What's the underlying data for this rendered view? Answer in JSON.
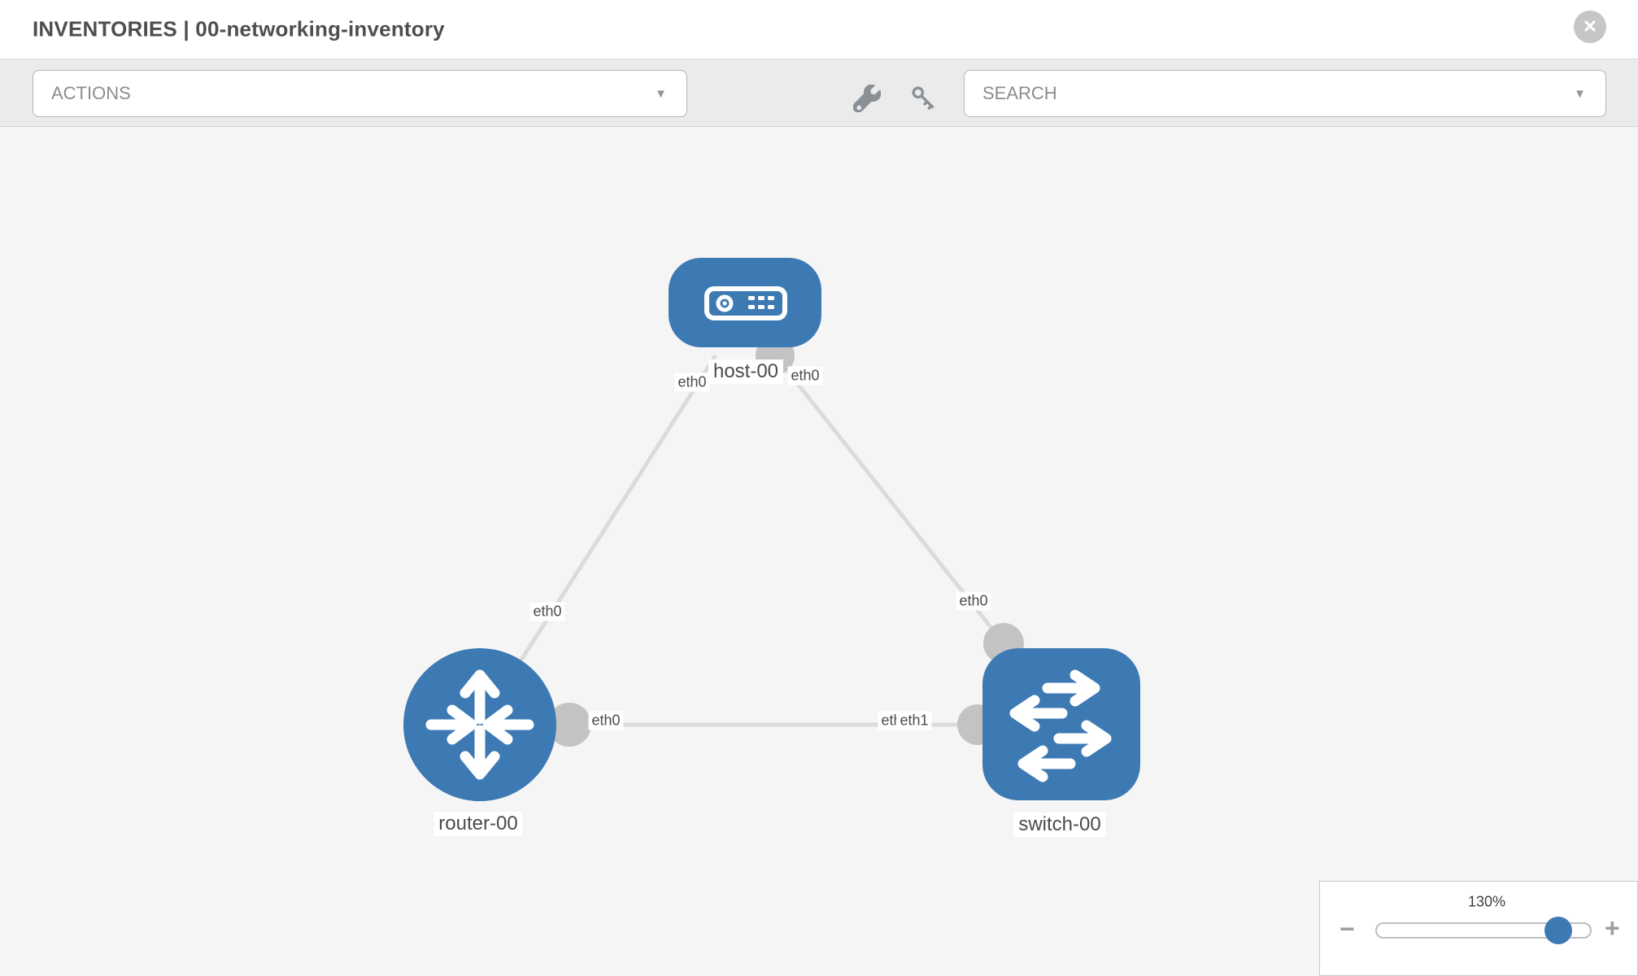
{
  "header": {
    "title": "INVENTORIES | 00-networking-inventory",
    "close_glyph": "✕"
  },
  "toolbar": {
    "actions_label": "ACTIONS",
    "search_label": "SEARCH",
    "caret_glyph": "▼",
    "icons": [
      "wrench-icon",
      "key-icon"
    ]
  },
  "topology": {
    "nodes": [
      {
        "name": "host-00",
        "type": "host",
        "icon": "host-icon"
      },
      {
        "name": "router-00",
        "type": "router",
        "icon": "router-icon"
      },
      {
        "name": "switch-00",
        "type": "switch",
        "icon": "switch-icon"
      }
    ],
    "links": [
      {
        "from": "host-00",
        "to": "router-00",
        "from_iface": "eth0",
        "to_iface": "eth0"
      },
      {
        "from": "host-00",
        "to": "switch-00",
        "from_iface": "eth0",
        "to_iface": "eth0"
      },
      {
        "from": "router-00",
        "to": "switch-00",
        "from_iface": "eth0",
        "to_iface": "eth1"
      }
    ],
    "interface_labels": [
      {
        "text": "eth0",
        "link": "host-router",
        "end": "host"
      },
      {
        "text": "eth0",
        "link": "host-switch",
        "end": "host"
      },
      {
        "text": "eth0",
        "link": "host-router",
        "end": "router"
      },
      {
        "text": "eth0",
        "link": "host-switch",
        "end": "switch"
      },
      {
        "text": "eth0",
        "link": "router-switch",
        "end": "router"
      },
      {
        "text": "eth0",
        "link": "router-switch",
        "end": "switch-under"
      },
      {
        "text": "eth1",
        "link": "router-switch",
        "end": "switch"
      }
    ]
  },
  "zoom_control": {
    "level": "130%",
    "minus_glyph": "−",
    "plus_glyph": "+"
  },
  "colors": {
    "node_blue": "#3d7ab4",
    "link_gray": "#dbdbdb",
    "port_gray": "#c3c3c3",
    "canvas_bg": "#f5f5f6",
    "toolbar_bg": "#ebebec",
    "title_text": "#4e4e4e"
  }
}
